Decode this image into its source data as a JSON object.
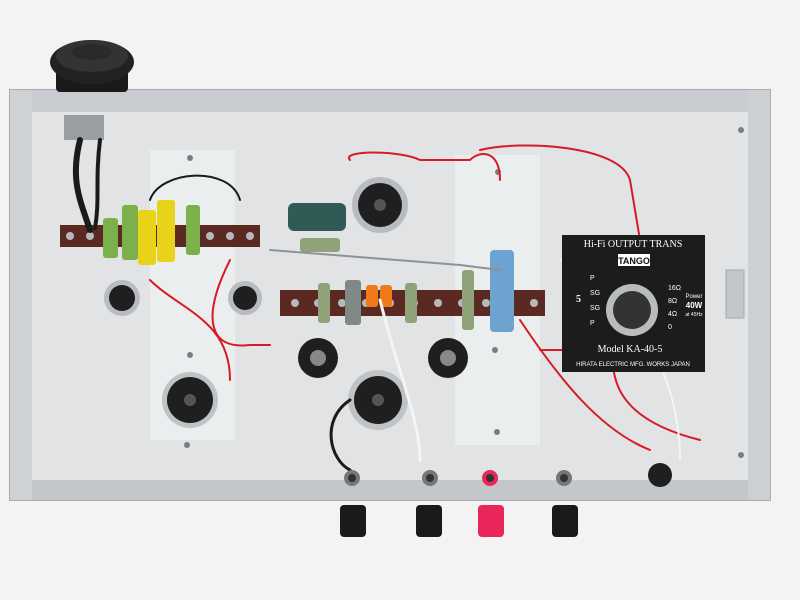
{
  "image": {
    "description_free": true
  },
  "output_transformer": {
    "heading": "Hi-Fi OUTPUT TRANS",
    "brand": "TANGO",
    "model": "Model KA-40-5",
    "maker": "HIRATA ELECTRIC MFG. WORKS JAPAN",
    "power_line1": "Power",
    "power_line2": "40W",
    "power_line3": "at 45Hz",
    "left_taps": [
      "P",
      "SG",
      "SG",
      "P"
    ],
    "right_taps": [
      "16Ω",
      "8Ω",
      "4Ω",
      "0"
    ],
    "side_mark": "5"
  },
  "colors": {
    "chassis": "#d9dcdf",
    "chassis_edge": "#b9bdc2",
    "plate": "#1c1c1c",
    "tag_board": "#5a2a22",
    "wire_red": "#d51c24",
    "wire_black": "#1a1a1a",
    "wire_white": "#f4f4f4",
    "cap_yellow": "#e9d21a",
    "cap_green": "#7bb04a",
    "cap_blue": "#6ea2d0",
    "cap_orange": "#f07a1a",
    "terminal_red": "#e8265a"
  }
}
